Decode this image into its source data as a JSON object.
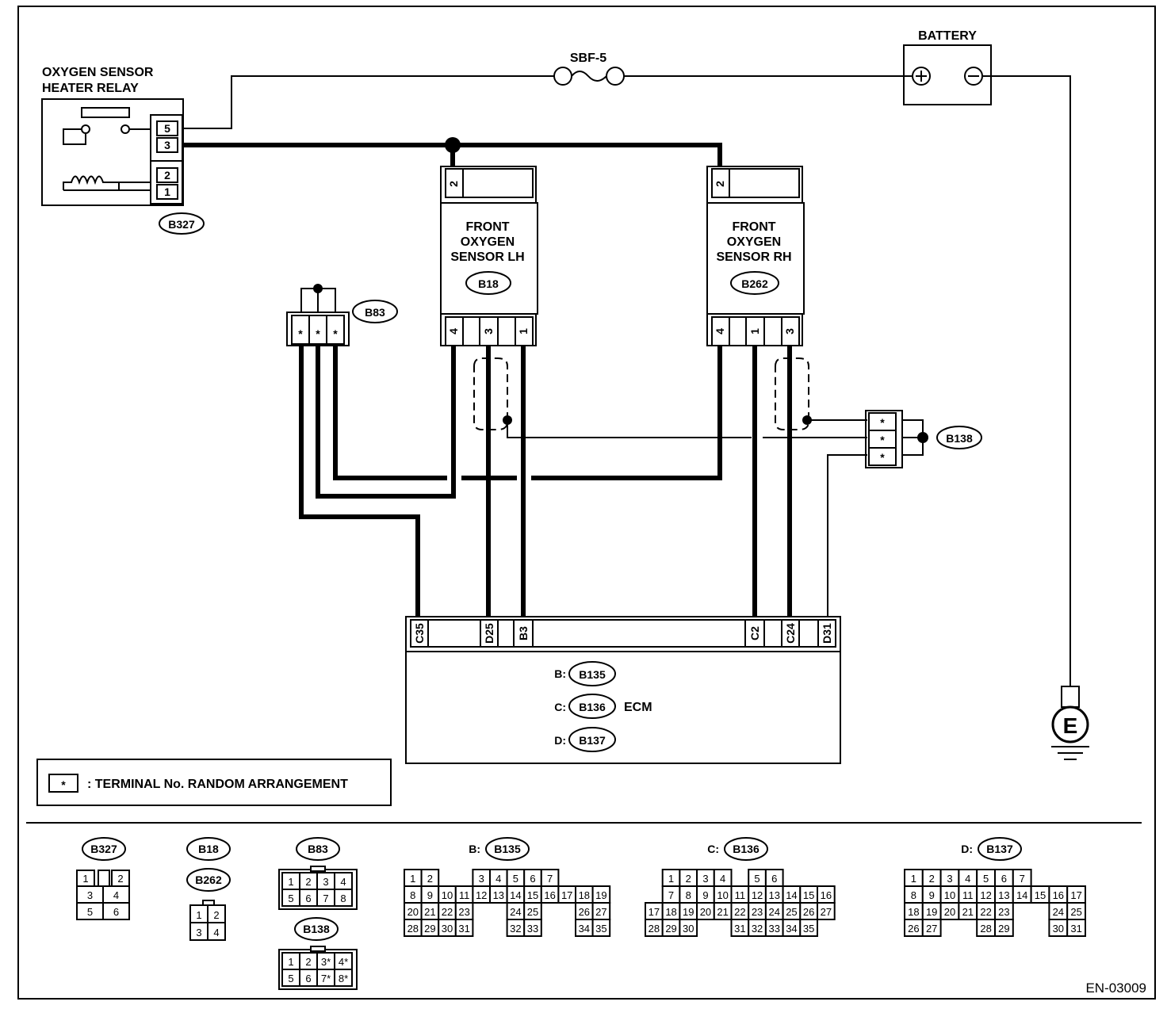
{
  "relay": {
    "title_line1": "OXYGEN SENSOR",
    "title_line2": "HEATER RELAY",
    "connector": "B327",
    "pins": [
      "5",
      "3",
      "2",
      "1"
    ]
  },
  "fuse": {
    "label": "SBF-5"
  },
  "battery": {
    "label": "BATTERY",
    "pos": "+",
    "neg": "−"
  },
  "sensor_lh": {
    "line1": "FRONT",
    "line2": "OXYGEN",
    "line3": "SENSOR LH",
    "connector": "B18",
    "top_pin": "2",
    "pins": [
      "4",
      "3",
      "1"
    ]
  },
  "sensor_rh": {
    "line1": "FRONT",
    "line2": "OXYGEN",
    "line3": "SENSOR RH",
    "connector": "B262",
    "top_pin": "2",
    "pins": [
      "4",
      "1",
      "3"
    ]
  },
  "joint_b83": {
    "connector": "B83",
    "pins": [
      "*",
      "*",
      "*"
    ]
  },
  "joint_b138": {
    "connector": "B138",
    "pins": [
      "*",
      "*",
      "*"
    ]
  },
  "ecm": {
    "label": "ECM",
    "terminals": [
      "C35",
      "D25",
      "B3",
      "C2",
      "C24",
      "D31"
    ],
    "connectors": [
      {
        "prefix": "B:",
        "id": "B135"
      },
      {
        "prefix": "C:",
        "id": "B136"
      },
      {
        "prefix": "D:",
        "id": "B137"
      }
    ]
  },
  "ground": {
    "label": "E"
  },
  "legend": {
    "symbol": "*",
    "text": ": TERMINAL No. RANDOM ARRANGEMENT"
  },
  "connector_views": {
    "b327": {
      "id": "B327",
      "rows": [
        [
          "1",
          "2"
        ],
        [
          "3",
          "4"
        ],
        [
          "5",
          "6"
        ]
      ]
    },
    "b18": {
      "id": "B18",
      "id2": "B262",
      "rows": [
        [
          "1",
          "2"
        ],
        [
          "3",
          "4"
        ]
      ]
    },
    "b83": {
      "id": "B83",
      "rows": [
        [
          "1",
          "2",
          "3",
          "4"
        ],
        [
          "5",
          "6",
          "7",
          "8"
        ]
      ]
    },
    "b138": {
      "id": "B138",
      "rows": [
        [
          "1",
          "2",
          "3*",
          "4*"
        ],
        [
          "5",
          "6",
          "7*",
          "8*"
        ]
      ]
    },
    "b135": {
      "prefix": "B:",
      "id": "B135",
      "rows": [
        [
          "1",
          "2",
          "",
          "",
          "3",
          "4",
          "5",
          "6",
          "7"
        ],
        [
          "8",
          "9",
          "10",
          "11",
          "12",
          "13",
          "14",
          "15",
          "16",
          "17",
          "18",
          "19"
        ],
        [
          "20",
          "21",
          "22",
          "23",
          "",
          "",
          "24",
          "25",
          "",
          "",
          "26",
          "27"
        ],
        [
          "28",
          "29",
          "30",
          "31",
          "",
          "",
          "32",
          "33",
          "",
          "",
          "34",
          "35"
        ]
      ]
    },
    "b136": {
      "prefix": "C:",
      "id": "B136",
      "rows": [
        [
          "",
          "1",
          "2",
          "3",
          "4",
          "",
          "5",
          "6"
        ],
        [
          "",
          "7",
          "8",
          "9",
          "10",
          "11",
          "12",
          "13",
          "14",
          "15",
          "16"
        ],
        [
          "17",
          "18",
          "19",
          "20",
          "21",
          "22",
          "23",
          "24",
          "25",
          "26",
          "27"
        ],
        [
          "28",
          "29",
          "30",
          "",
          "",
          "31",
          "32",
          "33",
          "34",
          "35"
        ]
      ]
    },
    "b137": {
      "prefix": "D:",
      "id": "B137",
      "rows": [
        [
          "1",
          "2",
          "3",
          "4",
          "5",
          "6",
          "7"
        ],
        [
          "8",
          "9",
          "10",
          "11",
          "12",
          "13",
          "14",
          "15",
          "16",
          "17"
        ],
        [
          "18",
          "19",
          "20",
          "21",
          "22",
          "23",
          "",
          "",
          "24",
          "25"
        ],
        [
          "26",
          "27",
          "",
          "",
          "28",
          "29",
          "",
          "",
          "30",
          "31"
        ]
      ]
    }
  },
  "doc_code": "EN-03009"
}
